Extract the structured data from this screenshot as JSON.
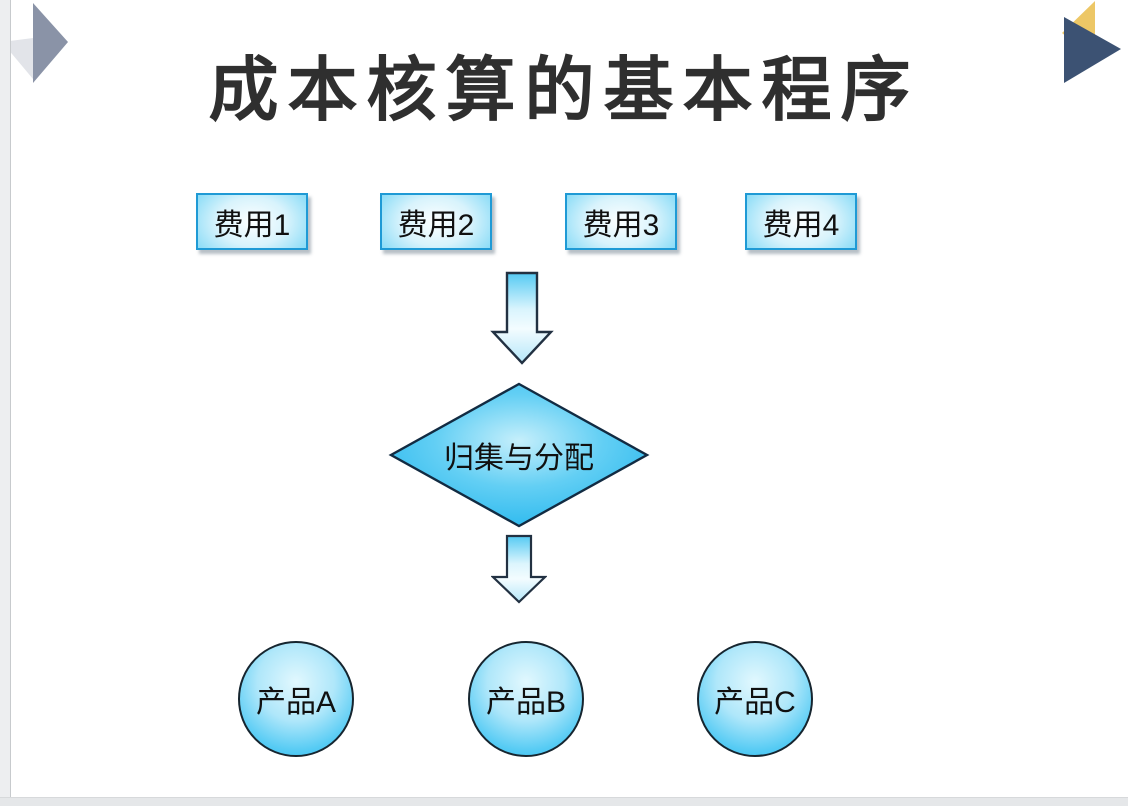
{
  "slide": {
    "title": "成本核算的基本程序",
    "flowchart": {
      "expense_boxes": [
        {
          "label": "费用1"
        },
        {
          "label": "费用2"
        },
        {
          "label": "费用3"
        },
        {
          "label": "费用4"
        }
      ],
      "process_diamond": {
        "label": "归集与分配"
      },
      "product_circles": [
        {
          "label": "产品A"
        },
        {
          "label": "产品B"
        },
        {
          "label": "产品C"
        }
      ]
    },
    "colors": {
      "title_text": "#2F2F2F",
      "shape_border_blue": "#1F9AD5",
      "shape_fill_edge": "#35BFF0",
      "shape_fill_center": "#F2FBFF",
      "arrow_outline": "#223142",
      "decoration_navy": "#3C5273",
      "decoration_gold": "#EDC766",
      "decoration_gray_dark": "#8A93A7",
      "decoration_gray_light": "#E2E4E9",
      "edge_strip_gray": "#E5E7E9"
    }
  }
}
